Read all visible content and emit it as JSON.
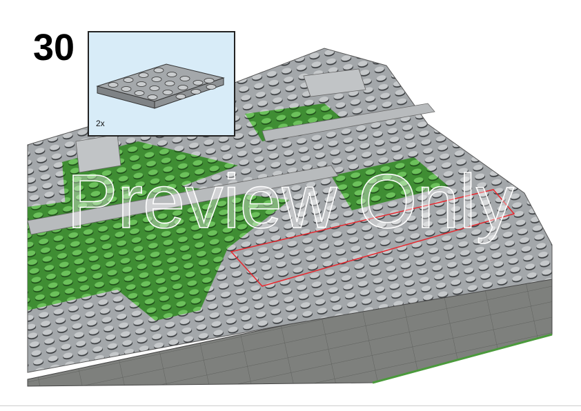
{
  "step": {
    "number": "30"
  },
  "parts_callout": {
    "quantity": "2x",
    "part_color": "#9fa3a6",
    "background_color": "#d8ecf8"
  },
  "model": {
    "baseplate_gray": "#9a9ea2",
    "tile_gray": "#7d7f7c",
    "grass_green": "#4b9a3c",
    "highlight_outline": "#e8262d"
  },
  "watermark": {
    "text": "Preview Only"
  }
}
